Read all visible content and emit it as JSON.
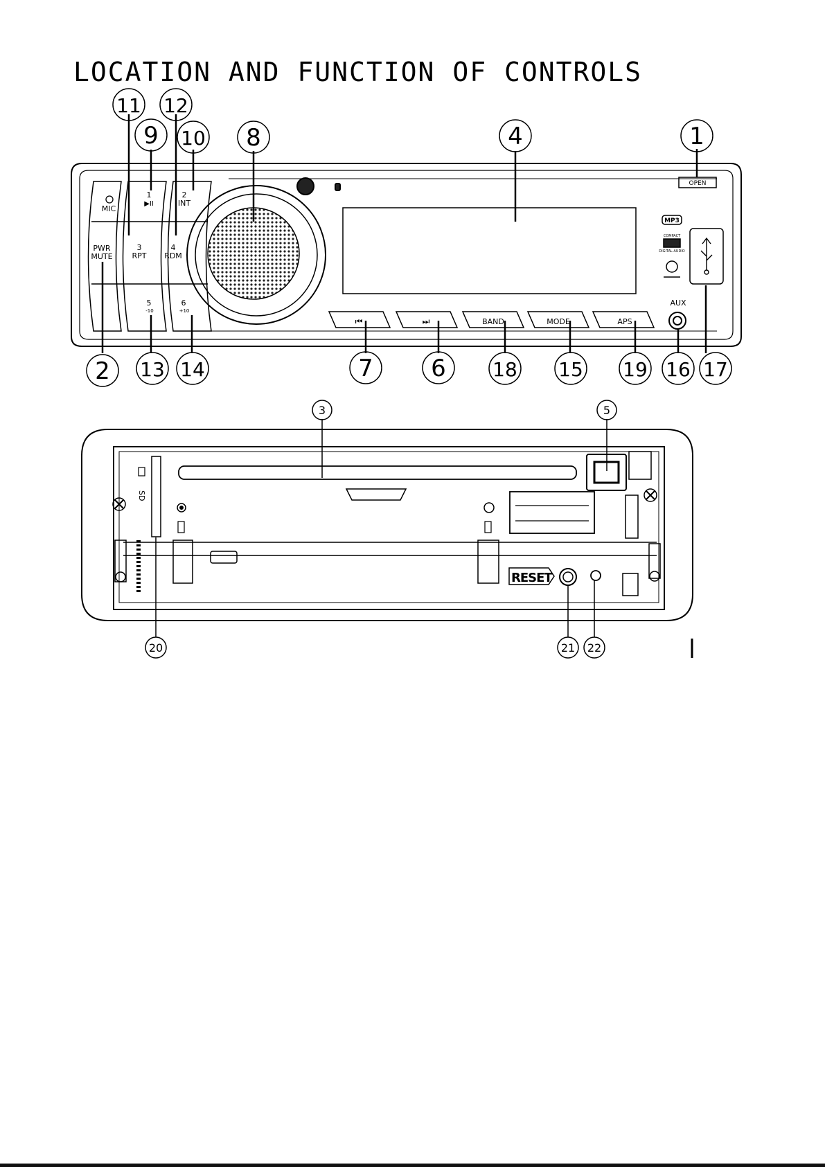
{
  "page": {
    "title": "LOCATION AND FUNCTION OF CONTROLS"
  },
  "front_panel": {
    "buttons": {
      "mic": "MIC",
      "pwr": "PWR",
      "mute": "MUTE",
      "b1_num": "1",
      "b1_icon": "▶II",
      "b2_num": "2",
      "b2_label": "INT",
      "b3_num": "3",
      "b3_label": "RPT",
      "b4_num": "4",
      "b4_label": "RDM",
      "b5_num": "5",
      "b5_sub": "-10",
      "b6_num": "6",
      "b6_sub": "+10",
      "prev_icon": "⏮",
      "next_icon": "⏭",
      "band": "BAND",
      "mode": "MODE",
      "aps": "APS",
      "open": "OPEN",
      "aux": "AUX"
    },
    "logos": {
      "mp3": "MP3",
      "compact_disc_top": "COMPACT",
      "compact_disc_bottom": "DIGITAL AUDIO"
    },
    "callouts": [
      "1",
      "2",
      "4",
      "6",
      "7",
      "8",
      "9",
      "10",
      "11",
      "12",
      "13",
      "14",
      "15",
      "16",
      "17",
      "18",
      "19"
    ]
  },
  "chassis": {
    "sd_label": "SD",
    "reset_label": "RESET",
    "callouts": [
      "3",
      "5",
      "20",
      "21",
      "22"
    ]
  }
}
